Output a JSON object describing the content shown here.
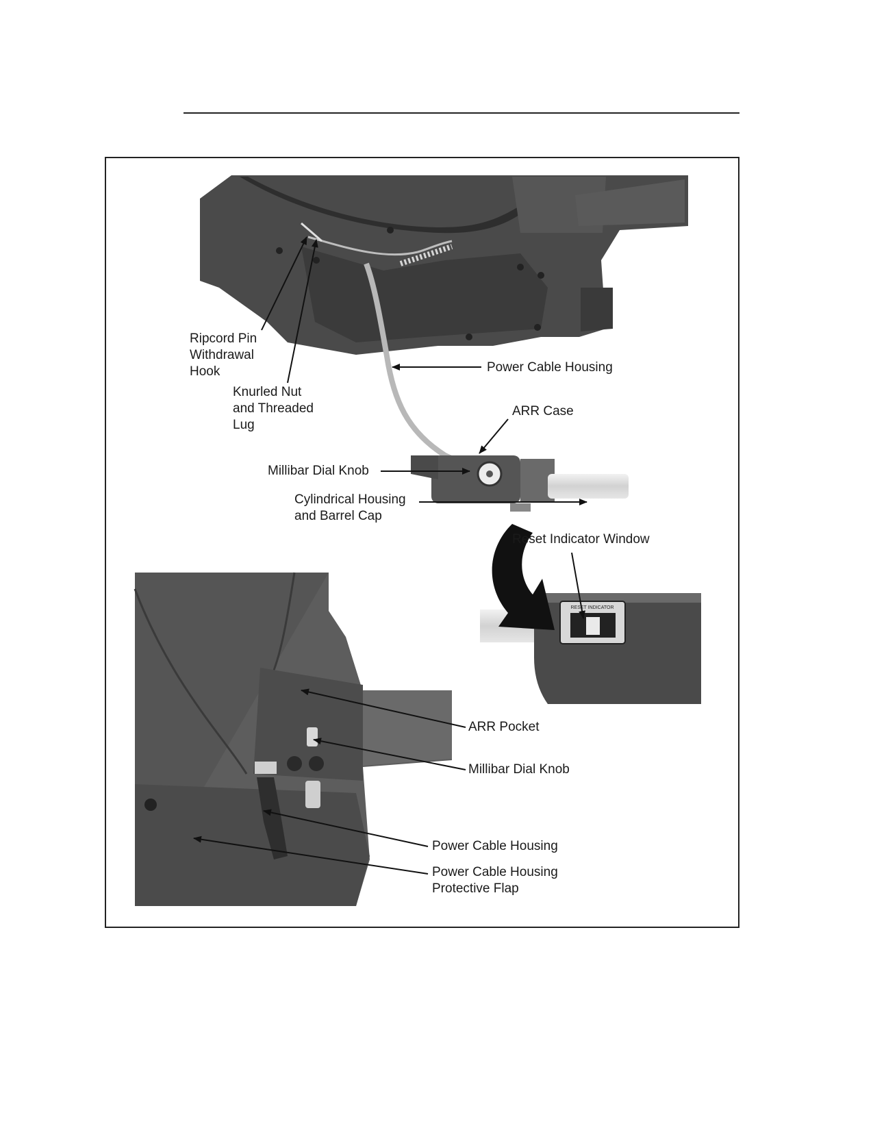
{
  "figure": {
    "top_photo_labels": {
      "ripcord_pin": "Ripcord Pin\nWithdrawal\nHook",
      "knurled_nut": "Knurled Nut\nand Threaded\nLug",
      "power_cable_housing": "Power Cable Housing",
      "arr_case": "ARR Case",
      "millibar_dial_knob": "Millibar Dial Knob",
      "cylindrical_housing": "Cylindrical Housing\nand Barrel Cap",
      "reset_indicator_window": "Reset Indicator Window"
    },
    "bottom_photo_labels": {
      "arr_pocket": "ARR Pocket",
      "millibar_dial_knob": "Millibar Dial Knob",
      "power_cable_housing": "Power Cable Housing",
      "protective_flap": "Power Cable Housing\nProtective Flap"
    },
    "inset_plate_text": "RESET INDICATOR"
  }
}
